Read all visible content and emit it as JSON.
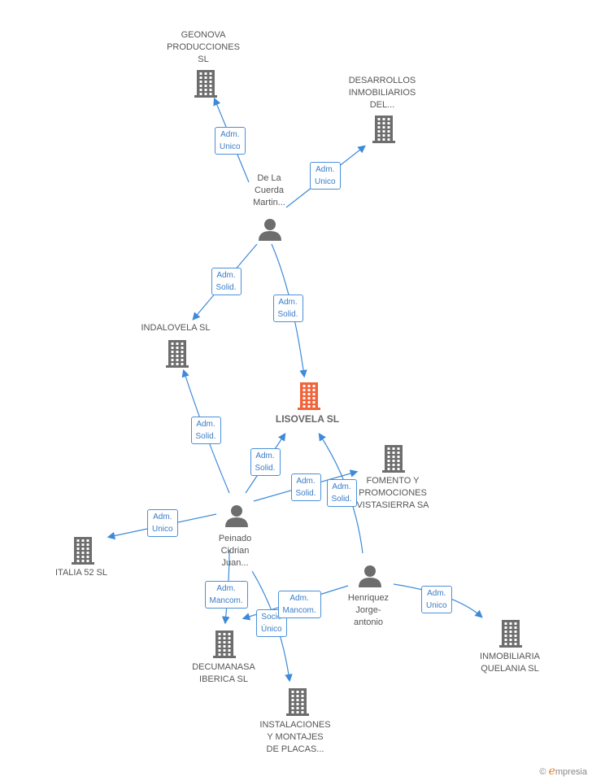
{
  "colors": {
    "edge": "#3d8ad9",
    "company": "#6d6d6d",
    "company_main": "#f0643c",
    "person": "#6d6d6d"
  },
  "nodes": {
    "geonova": {
      "label": "GEONOVA\nPRODUCCIONES\nSL",
      "kind": "company",
      "icon": "building-icon"
    },
    "desarrollos": {
      "label": "DESARROLLOS\nINMOBILIARIOS\nDEL...",
      "kind": "company",
      "icon": "building-icon"
    },
    "delacuerda": {
      "label": "De La\nCuerda\nMartin...",
      "kind": "person",
      "icon": "person-icon"
    },
    "indalovela": {
      "label": "INDALOVELA SL",
      "kind": "company",
      "icon": "building-icon"
    },
    "lisovela": {
      "label": "LISOVELA SL",
      "kind": "company-main",
      "icon": "building-icon"
    },
    "fomento": {
      "label": "FOMENTO Y\nPROMOCIONES\nVISTASIERRA SA",
      "kind": "company",
      "icon": "building-icon"
    },
    "peinado": {
      "label": "Peinado\nCidrian\nJuan...",
      "kind": "person",
      "icon": "person-icon"
    },
    "italia": {
      "label": "ITALIA 52 SL",
      "kind": "company",
      "icon": "building-icon"
    },
    "henriquez": {
      "label": "Henriquez\nJorge-\nantonio",
      "kind": "person",
      "icon": "person-icon"
    },
    "decumanasa": {
      "label": "DECUMANASA\nIBERICA SL",
      "kind": "company",
      "icon": "building-icon"
    },
    "inmobiliaria": {
      "label": "INMOBILIARIA\nQUELANIA SL",
      "kind": "company",
      "icon": "building-icon"
    },
    "instalaciones": {
      "label": "INSTALACIONES\nY MONTAJES\nDE PLACAS...",
      "kind": "company",
      "icon": "building-icon"
    }
  },
  "edges": [
    {
      "label": "Adm.\nUnico"
    },
    {
      "label": "Adm.\nUnico"
    },
    {
      "label": "Adm.\nSolid."
    },
    {
      "label": "Adm.\nSolid."
    },
    {
      "label": "Adm.\nSolid."
    },
    {
      "label": "Adm.\nSolid."
    },
    {
      "label": "Adm.\nSolid."
    },
    {
      "label": "Adm.\nUnico"
    },
    {
      "label": "Adm.\nMancom."
    },
    {
      "label": "Socio\nÚnico"
    },
    {
      "label": "Adm.\nSolid."
    },
    {
      "label": "Adm.\nMancom."
    },
    {
      "label": "Adm.\nUnico"
    }
  ],
  "watermark": {
    "symbol": "©",
    "brand_first": "e",
    "brand_rest": "mpresia"
  }
}
